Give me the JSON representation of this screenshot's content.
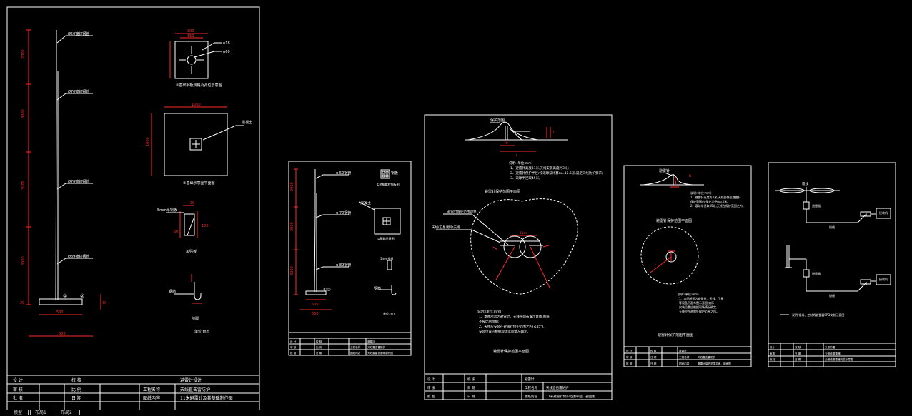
{
  "sheets": [
    {
      "dims": {
        "h1": "2000",
        "h2": "3000",
        "h3": "3000",
        "h4": "3000",
        "w1": "500",
        "w2": "800",
        "plate_w": "300",
        "sq_w": "1000",
        "sq_h": "1000",
        "b1": "30",
        "b2": "30",
        "b3": "100",
        "b4": "60",
        "g1": "30",
        "g2": "150",
        "c1": "20",
        "c2": "30",
        "c3": "50"
      },
      "callouts": {
        "c1": "Ø50镀锌钢管",
        "c2": "Ø70镀锌钢管",
        "c3": "Ø76镀锌钢管",
        "c4": "Ø89镀锌钢管",
        "m1": "①",
        "m2": "②",
        "plate1": "φ18",
        "plate2": "φ60",
        "sq_label": "混凝土",
        "hook_label": "钢筋"
      },
      "captions": {
        "plate": "①基础钢板规格及孔位示意图",
        "sq": "②基础示意图平面图",
        "rib": "加强板",
        "hook": "地脚",
        "scale": "单位:mm",
        "rib_note": "5mm厚钢板"
      },
      "title": {
        "r1": [
          "设 计",
          "",
          "校 核",
          "",
          "",
          "避雷针设计"
        ],
        "r2": [
          "审 核",
          "",
          "比 例",
          "",
          "工程名称",
          "天线直击雷防护"
        ],
        "r3": [
          "批 准",
          "",
          "日 期",
          "",
          "图纸内容",
          "11米避雷针及其基础制作图"
        ]
      }
    },
    {
      "dims": {
        "h1": "2000",
        "h2": "3000",
        "h3": "3000",
        "w1": "500",
        "w2": "600"
      },
      "callouts": {
        "c1": "φ 50钢管",
        "c2": "φ 70钢管",
        "c3": "φ 89钢管",
        "sq1": "钢板",
        "sq2": "混凝土",
        "rib": "5mm钢板",
        "m1": "①②"
      },
      "captions": {
        "plate": "①地脚螺栓钢板图",
        "sq": "②基础示意图",
        "hook": "钢筋",
        "scale": "单位:mm"
      },
      "title": {
        "r1": [
          "设 计",
          "",
          "校 核",
          "",
          "",
          "避雷针"
        ],
        "r2": [
          "审 核",
          "",
          "比 例",
          "",
          "工程名称",
          "天线直击雷防护"
        ],
        "r3": [
          "批 准",
          "",
          "日 期",
          "",
          "图纸内容",
          "天线避雷针基础制作图"
        ]
      }
    },
    {
      "labels": {
        "cone": "保护范围",
        "d1": "h",
        "d2": "hr",
        "d3": "r"
      },
      "notes_top": [
        "说明:(单位:mm)",
        "1、避雷针高度11米,天线安装高度约3米;",
        "2、避雷针保护半径r按滚球法计算rx=15.5米,满足天线防护要求;",
        "3、滚球半径取45米。"
      ],
      "plan_title": "避雷针保护范围平面图",
      "plan": {
        "l1": "避雷针保护范围边界",
        "l2": "天线(卫星)接收天线",
        "c1": "11m",
        "c2": "r"
      },
      "notes_bottom": [
        "说明:(单位:mm)",
        "1、本图所示为避雷针、天线平面布置示意图,图纸",
        "   不按比例绘制;",
        "2、天线应安装在避雷针保护范围之内(≤45°),",
        "   安装位置应根据现场实际情况确定。"
      ],
      "bottom_title": "避雷针保护范围平面图",
      "title": {
        "r1": [
          "设 计",
          "",
          "校 核",
          "",
          "避雷针"
        ],
        "r2": [
          "审 核",
          "",
          "日 期",
          "",
          "工程名称",
          "天线直击雷防护"
        ],
        "r3": [
          "批 准",
          "",
          "日 期",
          "",
          "图纸内容",
          "11米避雷针保护范围平面、剖面图"
        ]
      }
    },
    {
      "labels": {
        "cone": "避雷针",
        "d1": "h"
      },
      "notes_top": [
        "说明:(单位:mm)",
        "1、避雷针高度为X米,天线安装在避雷针",
        "   保护范围内,保护半径rx=X米;",
        "2、滚球半径取45米,天线在保护范围之内。"
      ],
      "plan_title": "避雷针保护范围平面图",
      "plan": {
        "c1": "r"
      },
      "notes_bottom": [
        "说明:(单位:mm)",
        "1、本图所示为避雷针、天线、卫星",
        "   等设备平面布置示意图,实际",
        "   安装位置应根据现场情况确定,",
        "   天线应在避雷针保护范围之内。"
      ],
      "bottom_title": "避雷针保护范围平面图",
      "title": {
        "r1": [
          "设 计",
          "",
          "校 核",
          "",
          "避雷针"
        ],
        "r2": [
          "审 核",
          "",
          "日 期",
          "",
          "工程名称",
          "天线直击雷防护"
        ],
        "r3": [
          "批 准",
          "",
          "日 期",
          "",
          "图纸内容",
          "避雷针保护范围平面、剖面图"
        ]
      }
    },
    {
      "labels": {
        "top_tag": "馈线",
        "res1": "避雷器",
        "dev1": "接收机",
        "res2": "避雷器",
        "dev2": "接收机",
        "w1": "馈线",
        "w2": "馈线",
        "note": "说明:馈线、控制线避雷器SPD安装示意图"
      },
      "title": {
        "r1": [
          "设 计",
          "",
          "校 核",
          "",
          "天馈防雷"
        ],
        "r2": [
          "审 核",
          "",
          "日 期",
          "",
          "天馈线避雷器"
        ],
        "r3": [
          "批 准",
          "",
          "日 期",
          "",
          "天馈线避雷器安装示意图"
        ]
      }
    }
  ],
  "tabs": [
    "模型",
    "布局1",
    "布局2"
  ],
  "colors": {
    "frame": "#ffffff",
    "dimension": "#ff2a2a",
    "object": "#ffffff",
    "leader": "#ffffff"
  }
}
